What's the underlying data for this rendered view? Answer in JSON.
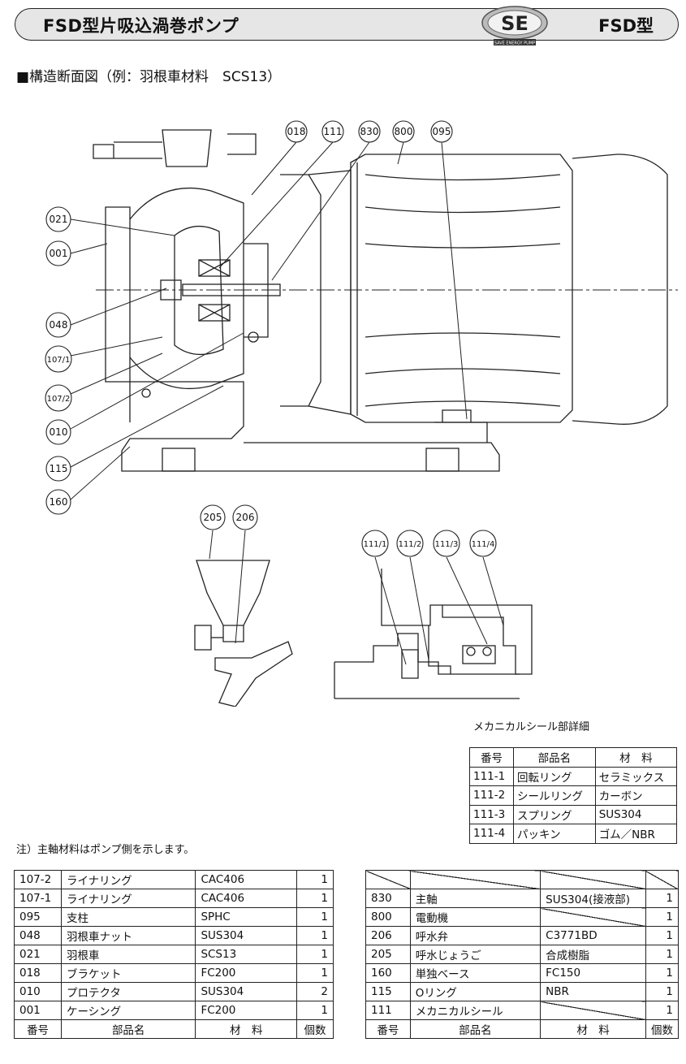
{
  "header": {
    "title": "FSD型片吸込渦巻ポンプ",
    "model": "FSD型",
    "logo_text": "SE",
    "logo_subtext": "SAVE ENERGY PUMP"
  },
  "subtitle": "■構造断面図（例：羽根車材料　SCS13）",
  "callouts": {
    "top": [
      "018",
      "111",
      "830",
      "800",
      "095"
    ],
    "left": [
      "021",
      "001",
      "048",
      "107/1",
      "107/2",
      "010",
      "115",
      "160"
    ],
    "detail_funnel": [
      "205",
      "206"
    ],
    "detail_seal": [
      "111/1",
      "111/2",
      "111/3",
      "111/4"
    ]
  },
  "seal_caption": "メカニカルシール部詳細",
  "seal_table": {
    "header": [
      "番号",
      "部品名",
      "材　料"
    ],
    "rows": [
      [
        "111-1",
        "回転リング",
        "セラミックス"
      ],
      [
        "111-2",
        "シールリング",
        "カーボン"
      ],
      [
        "111-3",
        "スプリング",
        "SUS304"
      ],
      [
        "111-4",
        "パッキン",
        "ゴム／NBR"
      ]
    ]
  },
  "note": "注）主軸材料はポンプ側を示します。",
  "left_table": {
    "rows": [
      [
        "107-2",
        "ライナリング",
        "CAC406",
        "1"
      ],
      [
        "107-1",
        "ライナリング",
        "CAC406",
        "1"
      ],
      [
        "095",
        "支柱",
        "SPHC",
        "1"
      ],
      [
        "048",
        "羽根車ナット",
        "SUS304",
        "1"
      ],
      [
        "021",
        "羽根車",
        "SCS13",
        "1"
      ],
      [
        "018",
        "ブラケット",
        "FC200",
        "1"
      ],
      [
        "010",
        "プロテクタ",
        "SUS304",
        "2"
      ],
      [
        "001",
        "ケーシング",
        "FC200",
        "1"
      ]
    ],
    "footer": [
      "番号",
      "部品名",
      "材　料",
      "個数"
    ]
  },
  "right_table": {
    "rows": [
      [
        "830",
        "主軸",
        "SUS304(接液部)",
        "1"
      ],
      [
        "800",
        "電動機",
        "",
        "1"
      ],
      [
        "206",
        "呼水弁",
        "C3771BD",
        "1"
      ],
      [
        "205",
        "呼水じょうご",
        "合成樹脂",
        "1"
      ],
      [
        "160",
        "単独ベース",
        "FC150",
        "1"
      ],
      [
        "115",
        "Oリング",
        "NBR",
        "1"
      ],
      [
        "111",
        "メカニカルシール",
        "",
        "1"
      ]
    ],
    "footer": [
      "番号",
      "部品名",
      "材　料",
      "個数"
    ]
  }
}
